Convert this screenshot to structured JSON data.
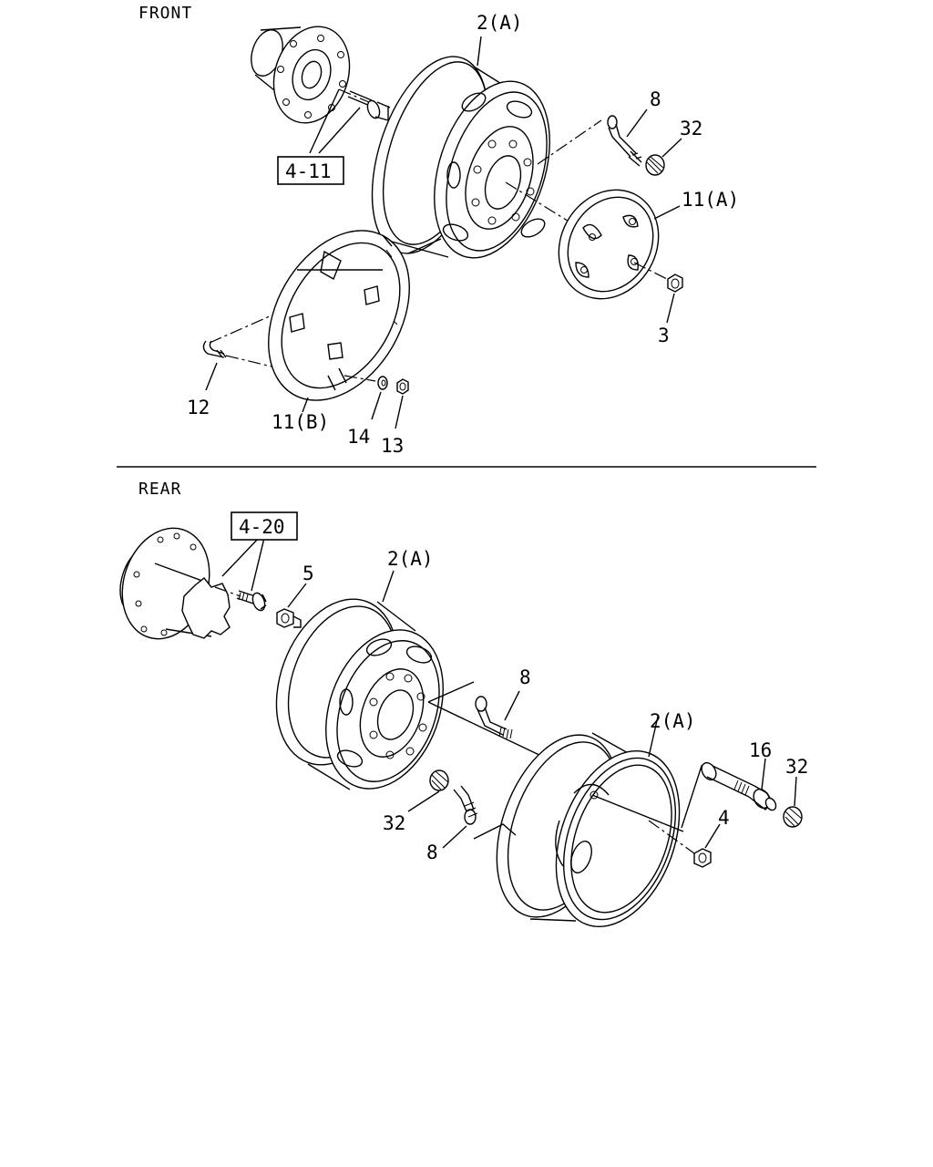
{
  "sections": {
    "front": "FRONT",
    "rear": "REAR"
  },
  "refs": {
    "front_hub": "4-11",
    "rear_hub": "4-20"
  },
  "labels": {
    "front_wheel": "2(A)",
    "front_valve": "8",
    "front_cap": "32",
    "front_disc_a": "11(A)",
    "front_nut": "3",
    "front_valve_ext": "12",
    "front_disc_b": "11(B)",
    "front_washer": "14",
    "front_small_nut": "13",
    "rear_nut_inner": "5",
    "rear_wheel_inner": "2(A)",
    "rear_valve_upper": "8",
    "rear_wheel_outer": "2(A)",
    "rear_extension": "16",
    "rear_cap_right": "32",
    "rear_cap_left": "32",
    "rear_valve_lower": "8",
    "rear_nut_outer": "4"
  }
}
